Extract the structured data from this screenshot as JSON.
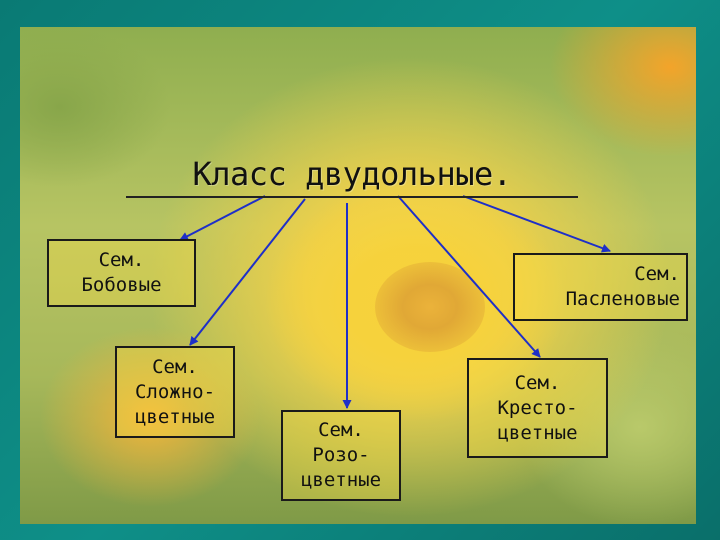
{
  "title": "Класс двудольные.",
  "arrow_color": "#1e2fc8",
  "families": [
    {
      "id": "bobovye",
      "lines": [
        "Сем.",
        "Бобовые"
      ]
    },
    {
      "id": "paslenovye",
      "lines": [
        "Сем.",
        "Пасленовые"
      ]
    },
    {
      "id": "slozhnotsvetnye",
      "lines": [
        "Сем.",
        "Сложно-",
        "цветные"
      ]
    },
    {
      "id": "rozotsvetnye",
      "lines": [
        "Сем.",
        "Розо-",
        "цветные"
      ]
    },
    {
      "id": "krestotsvetnye",
      "lines": [
        "Сем.",
        "Кресто-",
        "цветные"
      ]
    }
  ]
}
